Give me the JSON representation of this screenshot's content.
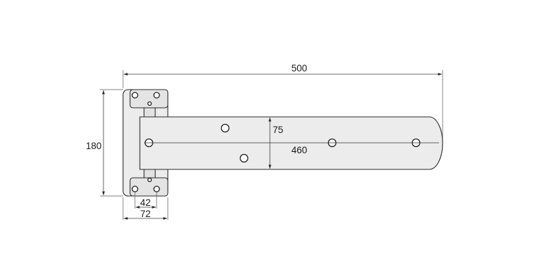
{
  "dimensions": {
    "overall_length": "500",
    "plate_height": "180",
    "strap_width": "75",
    "strap_length": "460",
    "inner_hole_spacing": "42",
    "outer_bracket_width": "72"
  },
  "colors": {
    "metal_fill": "#ececec",
    "line": "#2b2b2b",
    "background": "#ffffff"
  }
}
